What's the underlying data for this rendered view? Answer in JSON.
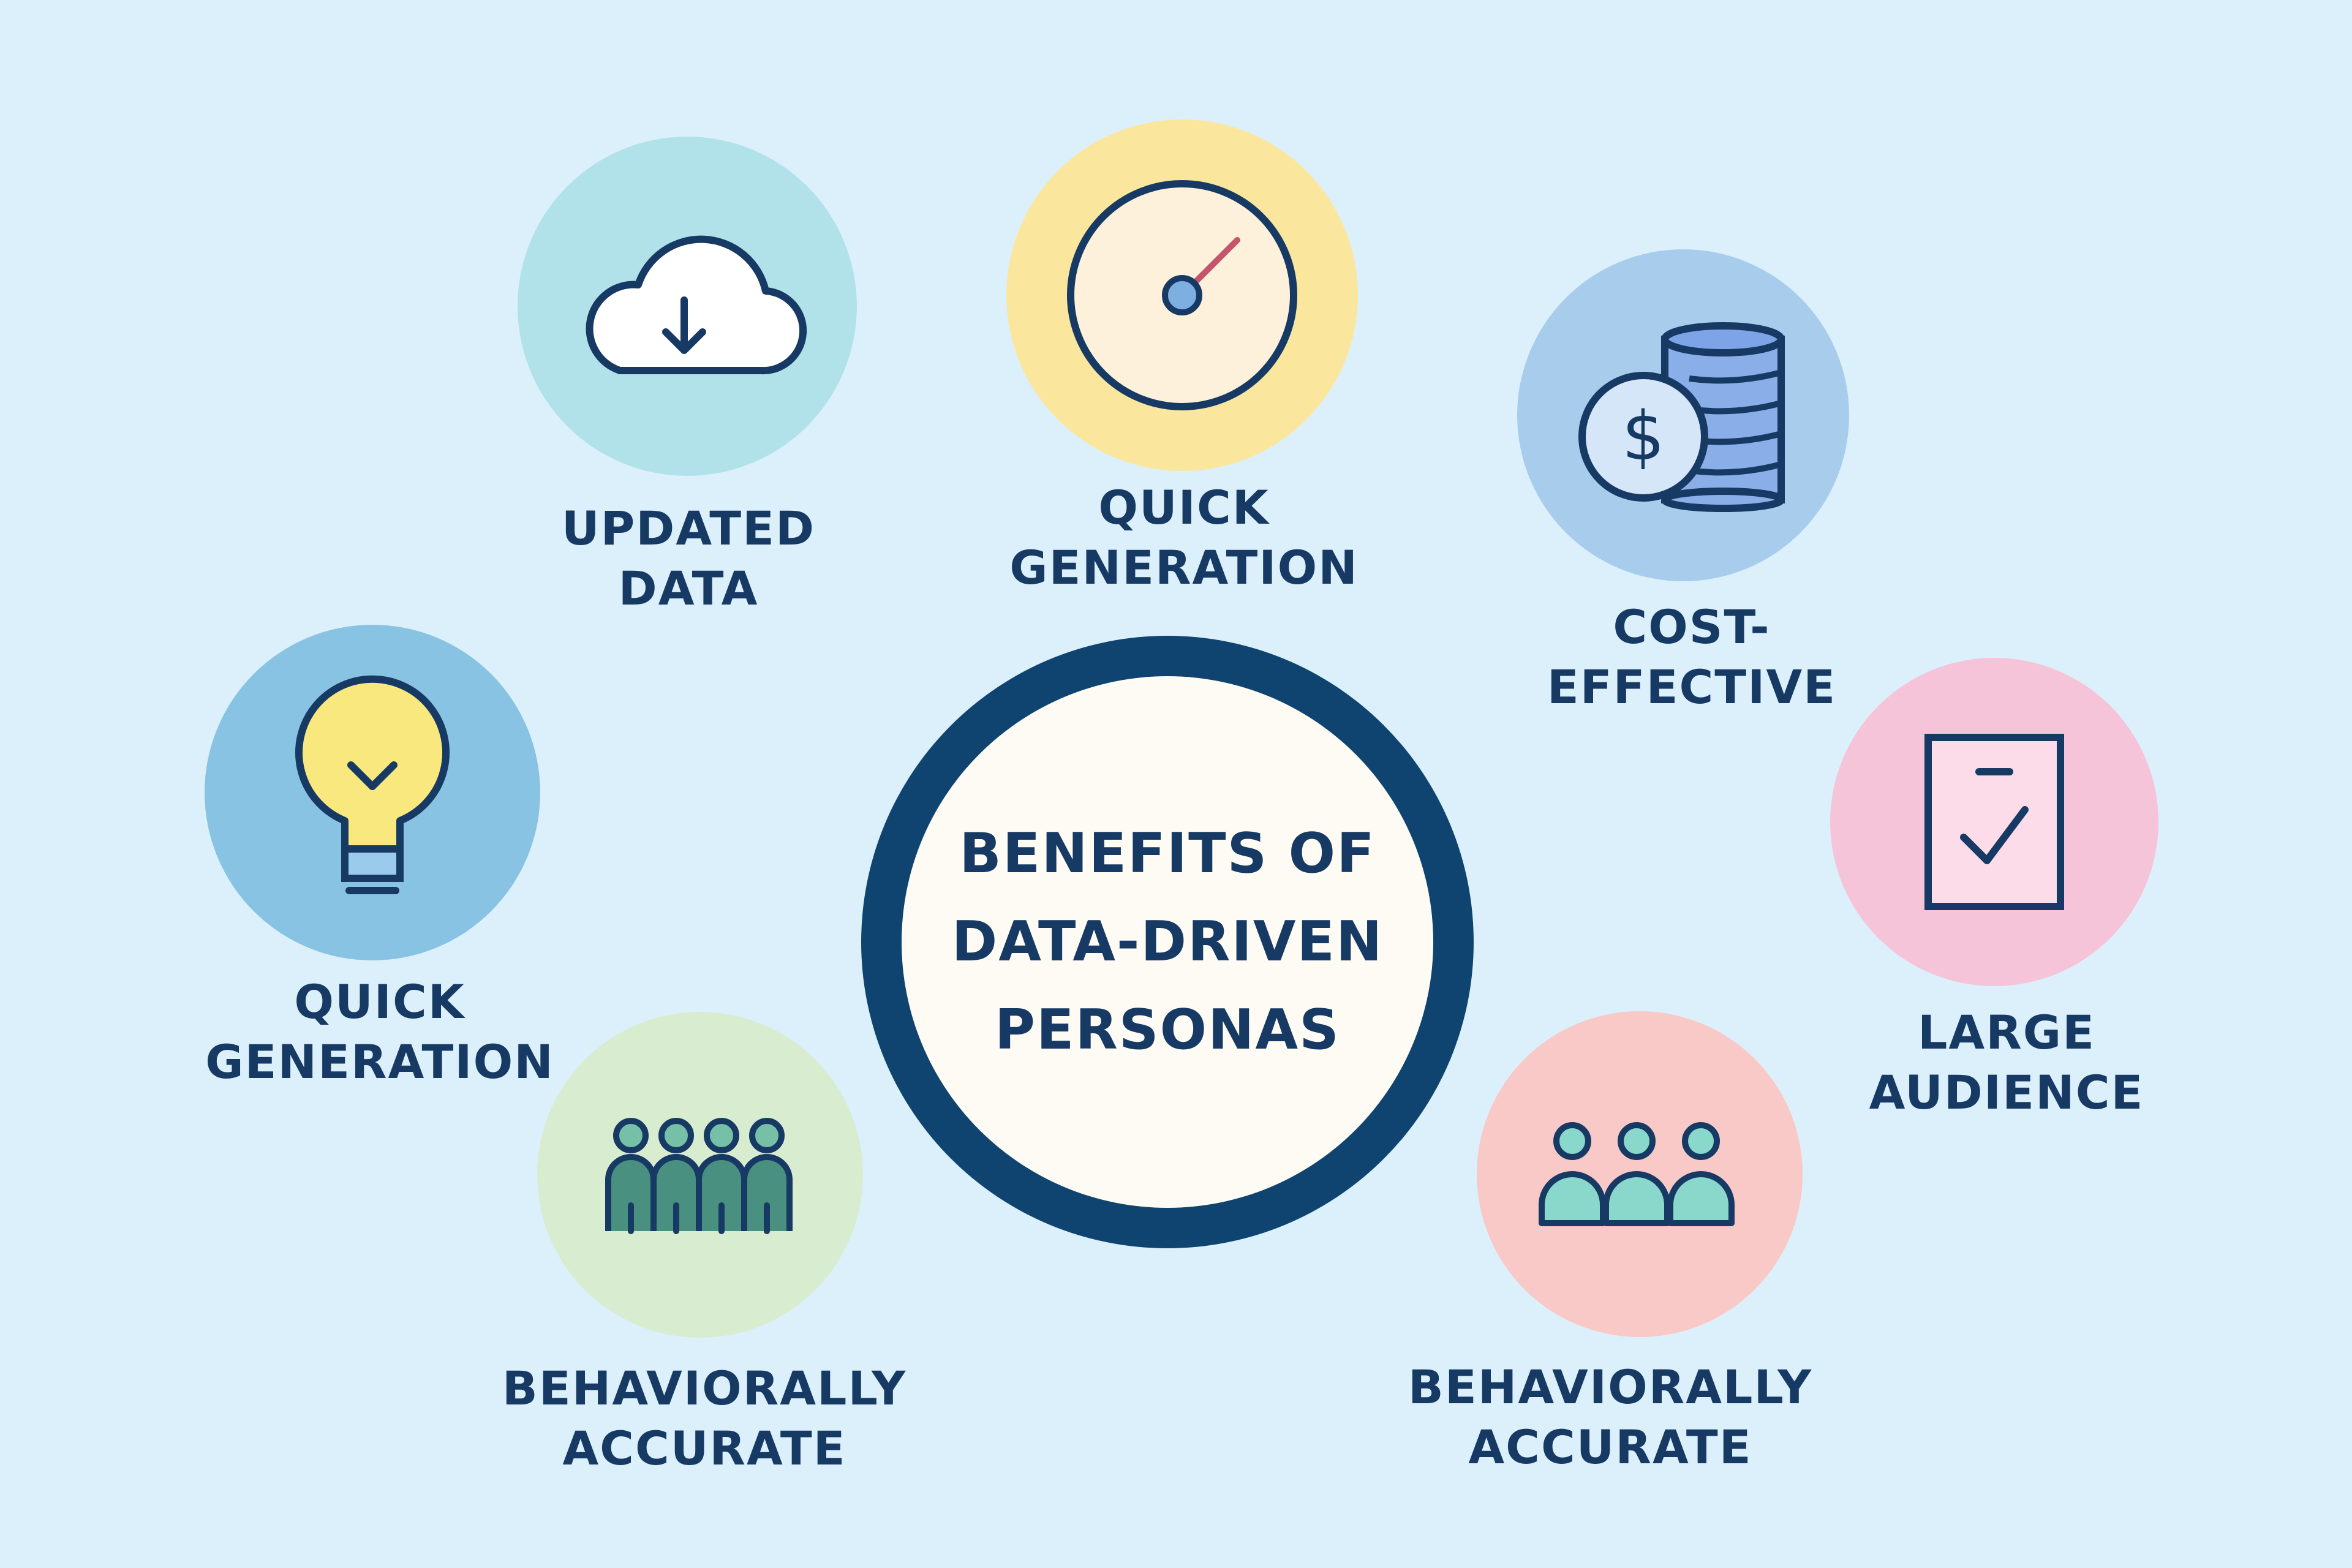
{
  "center": {
    "lines": [
      "BENEFITS OF",
      "DATA-DRIVEN",
      "PERSONAS"
    ]
  },
  "benefits": [
    {
      "lines": [
        "UPDATED",
        "DATA"
      ],
      "icon": "cloud-download-icon",
      "color": "#b1e2ea"
    },
    {
      "lines": [
        "QUICK",
        "GENERATION"
      ],
      "icon": "gauge-icon",
      "color": "#fbe69e"
    },
    {
      "lines": [
        "COST-",
        "EFFECTIVE"
      ],
      "icon": "coin-stack-icon",
      "color": "#a8cdec"
    },
    {
      "lines": [
        "QUICK",
        "GENERATION"
      ],
      "icon": "lightbulb-icon",
      "color": "#88c3e3"
    },
    {
      "lines": [
        "LARGE",
        "AUDIENCE"
      ],
      "icon": "checklist-icon",
      "color": "#f6c4d8"
    },
    {
      "lines": [
        "BEHAVIORALLY",
        "ACCURATE"
      ],
      "icon": "group-people-icon",
      "color": "#d8eccf"
    },
    {
      "lines": [
        "BEHAVIORALLY",
        "ACCURATE"
      ],
      "icon": "team-people-icon",
      "color": "#f8c9c6"
    }
  ],
  "colors": {
    "background": "#dcf0fc",
    "text": "#173a64",
    "outline": "#173a64"
  }
}
